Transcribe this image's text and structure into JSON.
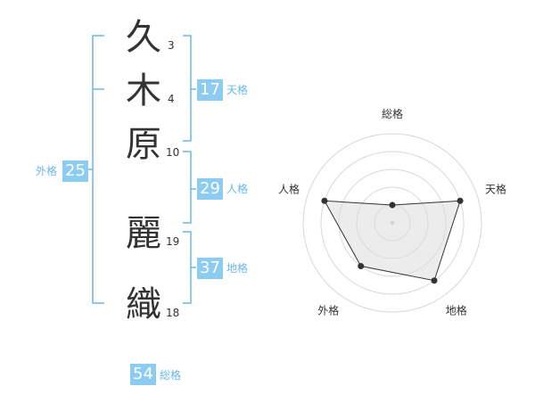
{
  "name_chars": [
    {
      "char": "久",
      "strokes": "3"
    },
    {
      "char": "木",
      "strokes": "4"
    },
    {
      "char": "原",
      "strokes": "10"
    },
    {
      "char": "麗",
      "strokes": "19"
    },
    {
      "char": "織",
      "strokes": "18"
    }
  ],
  "fortunes": {
    "tenkaku": {
      "value": "17",
      "label": "天格"
    },
    "jinkaku": {
      "value": "29",
      "label": "人格"
    },
    "chikaku": {
      "value": "37",
      "label": "地格"
    },
    "gaikaku": {
      "value": "25",
      "label": "外格"
    },
    "soukaku": {
      "value": "54",
      "label": "総格"
    }
  },
  "accent_color": "#8ccbf2",
  "chart_data": {
    "type": "radar",
    "axes": [
      "総格",
      "天格",
      "地格",
      "外格",
      "人格"
    ],
    "values": [
      1,
      4,
      4,
      3,
      4
    ],
    "range": [
      0,
      5
    ],
    "grid_rings": 4,
    "ring_values": [
      1,
      2,
      3,
      4
    ]
  }
}
